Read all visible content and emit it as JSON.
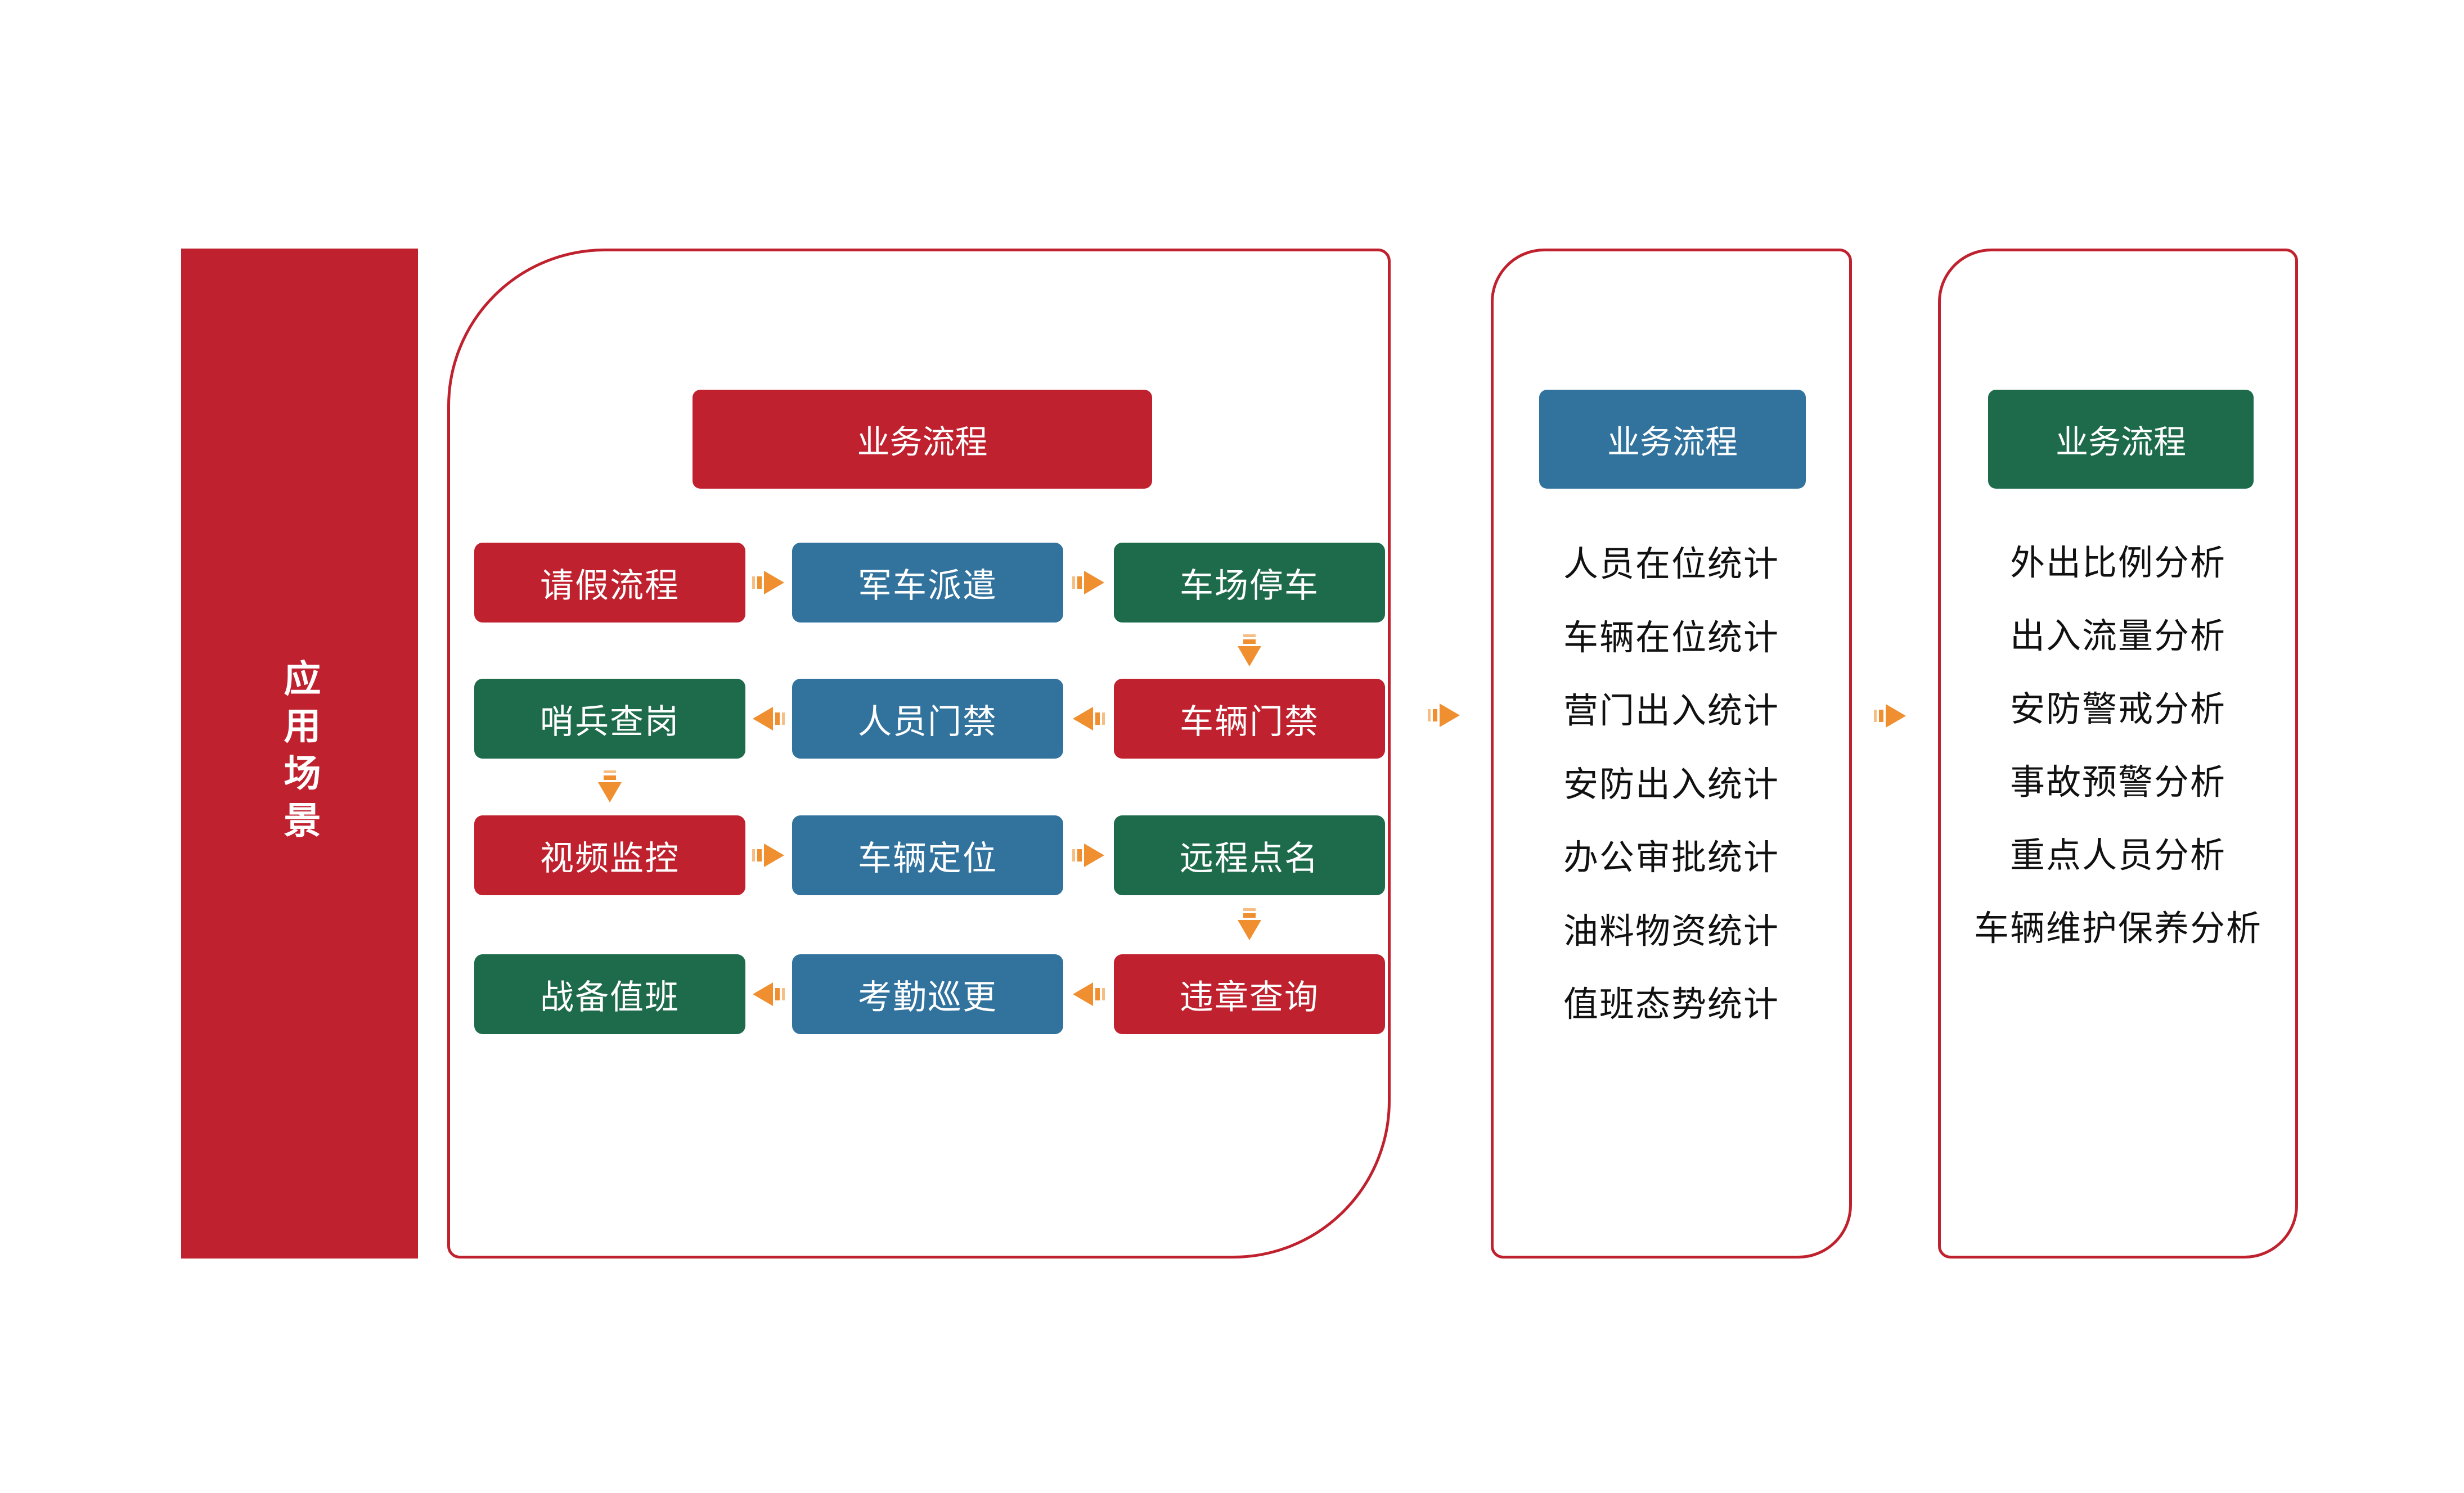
{
  "colors": {
    "red": "#C0212E",
    "blue": "#32739E",
    "green": "#1E6B4C",
    "arrow_main": "#EF8F2F",
    "arrow_light": "#F6BE85",
    "border": "#C0212E",
    "text_dark": "#111111",
    "text_light": "#FFFFFF"
  },
  "sidebar": {
    "label": "应用场景"
  },
  "flow_panel": {
    "header_label": "业务流程",
    "boxes": [
      {
        "label": "请假流程",
        "color": "red"
      },
      {
        "label": "军车派遣",
        "color": "blue"
      },
      {
        "label": "车场停车",
        "color": "green"
      },
      {
        "label": "哨兵查岗",
        "color": "green"
      },
      {
        "label": "人员门禁",
        "color": "blue"
      },
      {
        "label": "车辆门禁",
        "color": "red"
      },
      {
        "label": "视频监控",
        "color": "red"
      },
      {
        "label": "车辆定位",
        "color": "blue"
      },
      {
        "label": "远程点名",
        "color": "green"
      },
      {
        "label": "战备值班",
        "color": "green"
      },
      {
        "label": "考勤巡更",
        "color": "blue"
      },
      {
        "label": "违章查询",
        "color": "red"
      }
    ]
  },
  "stats_panel": {
    "header_label": "业务流程",
    "items": [
      "人员在位统计",
      "车辆在位统计",
      "营门出入统计",
      "安防出入统计",
      "办公审批统计",
      "油料物资统计",
      "值班态势统计"
    ]
  },
  "analysis_panel": {
    "header_label": "业务流程",
    "items": [
      "外出比例分析",
      "出入流量分析",
      "安防警戒分析",
      "事故预警分析",
      "重点人员分析",
      "车辆维护保养分析"
    ]
  }
}
